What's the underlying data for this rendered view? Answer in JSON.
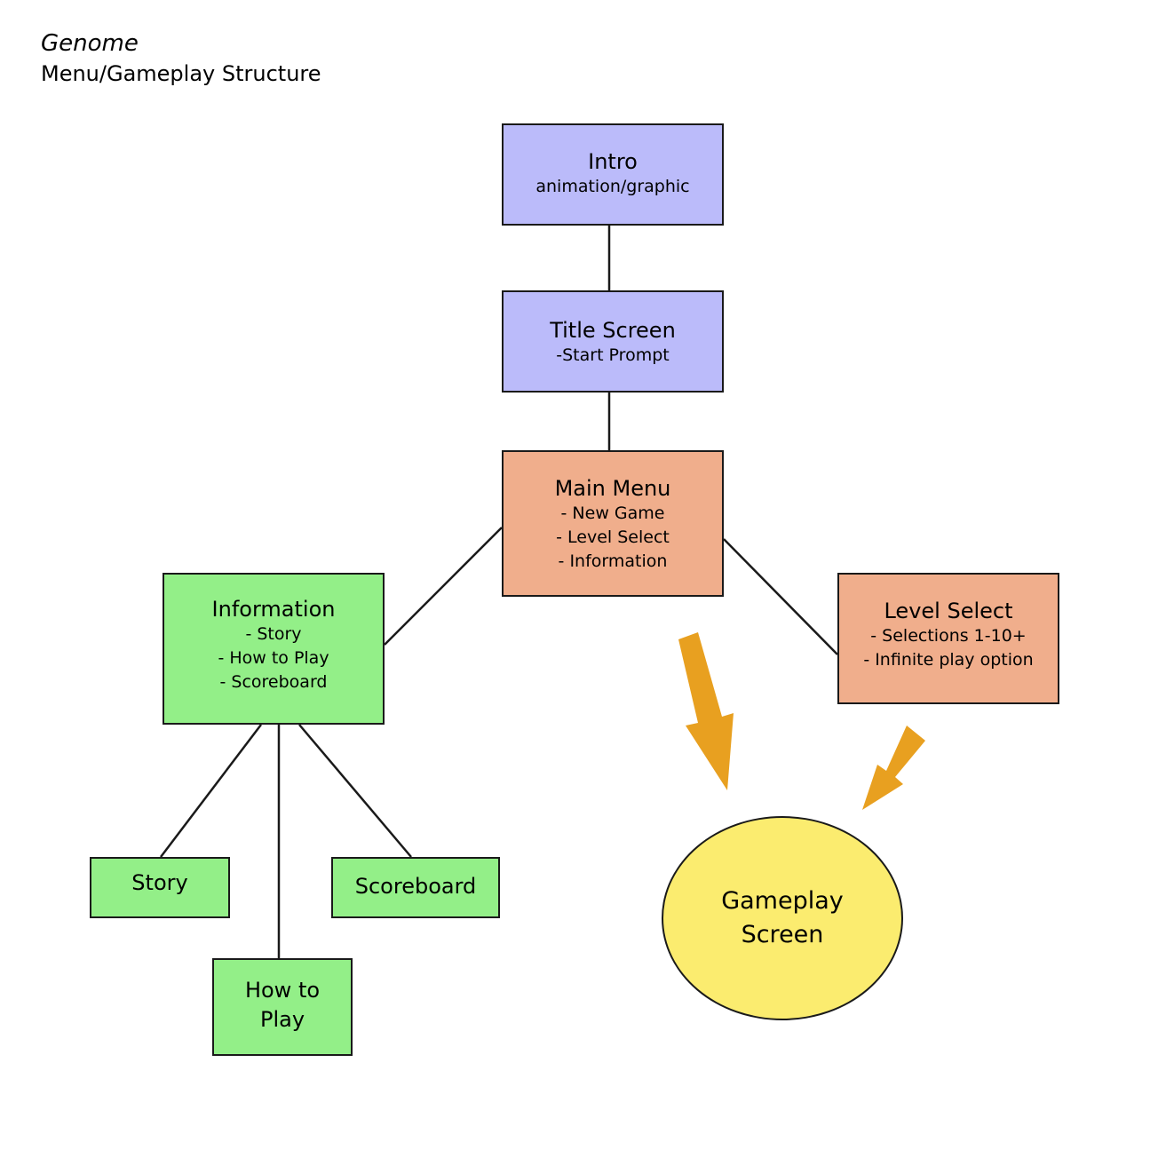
{
  "header": {
    "title": "Genome",
    "subtitle": "Menu/Gameplay Structure"
  },
  "nodes": {
    "intro": {
      "title": "Intro",
      "lines": [
        "animation/graphic"
      ]
    },
    "title_screen": {
      "title": "Title Screen",
      "lines": [
        "-Start Prompt"
      ]
    },
    "main_menu": {
      "title": "Main Menu",
      "lines": [
        "- New Game",
        "- Level Select",
        "- Information"
      ]
    },
    "information": {
      "title": "Information",
      "lines": [
        "- Story",
        "- How to Play",
        "- Scoreboard"
      ]
    },
    "level_select": {
      "title": "Level Select",
      "lines": [
        "- Selections 1-10+",
        "- Infinite play option"
      ]
    },
    "story": {
      "title": "Story"
    },
    "scoreboard": {
      "title": "Scoreboard"
    },
    "how_to_play": {
      "title": "How to Play"
    },
    "gameplay": {
      "title": "Gameplay Screen"
    }
  },
  "colors": {
    "screen_node": "#bbbbfa",
    "menu_node": "#f0ae8c",
    "info_node": "#93ef88",
    "gameplay_node": "#fbec6f",
    "arrow": "#e8a020",
    "line": "#1a1a1a"
  }
}
